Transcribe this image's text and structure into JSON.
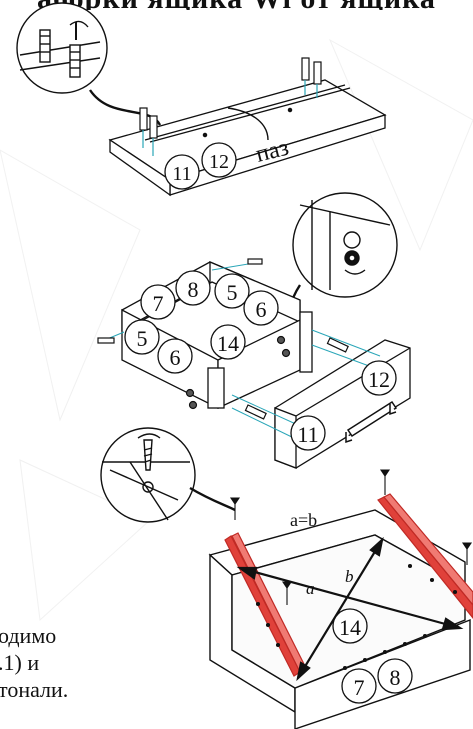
{
  "header_partial": "аборки ящика Wl от ящика",
  "labels": {
    "paz": "паз",
    "a_eq_b": "a=b",
    "a": "a",
    "b": "b"
  },
  "top_panel_parts": [
    "11",
    "12"
  ],
  "drawer_parts": [
    "7",
    "8",
    "5",
    "6",
    "5",
    "6",
    "14",
    "12",
    "11"
  ],
  "bottom_parts": [
    "14",
    "7",
    "8"
  ],
  "instruction_lines": [
    "одимо",
    ".1) и",
    "тонали."
  ],
  "colors": {
    "line": "#111111",
    "rail_red": "#e0413a",
    "cyan_guides": "#2aa6b8",
    "background": "#ffffff"
  }
}
